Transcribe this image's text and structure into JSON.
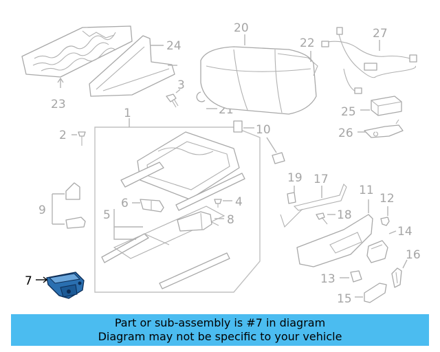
{
  "callouts": {
    "c1": "1",
    "c2": "2",
    "c3": "3",
    "c4": "4",
    "c5": "5",
    "c6": "6",
    "c7": "7",
    "c8": "8",
    "c9": "9",
    "c10": "10",
    "c11": "11",
    "c12": "12",
    "c13": "13",
    "c14": "14",
    "c15": "15",
    "c16": "16",
    "c17": "17",
    "c18": "18",
    "c19": "19",
    "c20": "20",
    "c21": "21",
    "c22": "22",
    "c23": "23",
    "c24": "24",
    "c25": "25",
    "c26": "26",
    "c27": "27"
  },
  "highlighted_part": "7",
  "colors": {
    "banner": "#4bbcf0",
    "line": "#b4b4b4",
    "highlight": "#1e64a0"
  },
  "banner": {
    "line1": "Part or sub-assembly is #7 in diagram",
    "line2": "Diagram may not be specific to your vehicle"
  }
}
